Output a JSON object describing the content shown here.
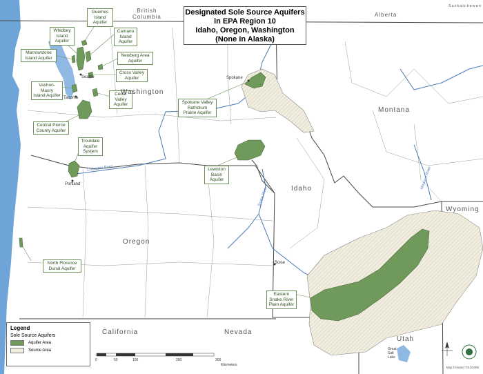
{
  "title": {
    "line1": "Designated Sole Source Aquifers",
    "line2": "in EPA Region 10",
    "line3": "Idaho, Oregon, Washington",
    "line4": "(None in Alaska)"
  },
  "aquifers": [
    {
      "id": "guemes",
      "label": "Guemes\nIsland\nAquifer"
    },
    {
      "id": "whidbey",
      "label": "Whidbey\nIsland\nAquifer"
    },
    {
      "id": "camano",
      "label": "Camano\nIsland\nAquifer"
    },
    {
      "id": "marrowstone",
      "label": "Marrowstone\nIsland Aquifer"
    },
    {
      "id": "newberg",
      "label": "Newberg Area\nAquifer"
    },
    {
      "id": "cross-valley",
      "label": "Cross Valley\nAquifer"
    },
    {
      "id": "vashon",
      "label": "Vashon-Maury\nIsland Aquifer"
    },
    {
      "id": "cedar-valley",
      "label": "Cedar\nValley\nAquifer"
    },
    {
      "id": "central-pierce",
      "label": "Central Pierce\nCounty Aquifer"
    },
    {
      "id": "troutdale",
      "label": "Troutdale\nAquifer\nSystem"
    },
    {
      "id": "spokane",
      "label": "Spokane Valley\nRathdrum\nPrairie Aquifer"
    },
    {
      "id": "lewiston",
      "label": "Lewiston\nBasin\nAquifer"
    },
    {
      "id": "north-florence",
      "label": "North Florence\nDunal Aquifer"
    },
    {
      "id": "eastern-snake",
      "label": "Eastern\nSnake River\nPlain Aquifer"
    }
  ],
  "states": {
    "washington": "Washington",
    "oregon": "Oregon",
    "idaho": "Idaho",
    "montana": "Montana",
    "wyoming": "Wyoming",
    "california": "California",
    "nevada": "Nevada",
    "utah": "Utah",
    "british_columbia": "British\nColumbia",
    "alberta": "Alberta",
    "saskatchewan": "Saskatchewan"
  },
  "cities": {
    "seattle": "Seattle",
    "tacoma": "Tacoma",
    "portland": "Portland",
    "spokane": "Spokane",
    "boise": "Boise",
    "great_salt_lake": "Great\nSalt\nLake"
  },
  "rivers": {
    "columbia": "Columbia River",
    "snake": "Snake River",
    "missouri": "Missouri River"
  },
  "legend": {
    "title": "Legend",
    "subtitle": "Sole Source Aquifers",
    "items": [
      {
        "label": "Aquifer Area",
        "color": "#6f9a5c"
      },
      {
        "label": "Source Area",
        "color": "#f4f1e4"
      }
    ]
  },
  "scale": {
    "ticks": [
      "0",
      "50",
      "100",
      "200",
      "300"
    ],
    "unit": "Kilometers"
  },
  "map_created": "Map Created 7/21/2006",
  "colors": {
    "aquifer": "#6f9a5c",
    "source_area": "#f1eedf",
    "water": "#6fa4d9",
    "river": "#4a78b8",
    "border": "#444444"
  }
}
